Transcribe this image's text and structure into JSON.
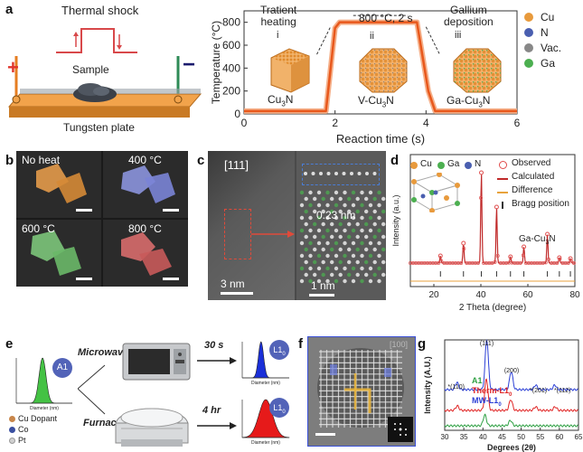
{
  "panel_labels": {
    "a": "a",
    "b": "b",
    "c": "c",
    "d": "d",
    "e": "e",
    "f": "f",
    "g": "g"
  },
  "panel_a_left": {
    "title": "Thermal shock",
    "sample": "Sample",
    "plate": "Tungsten plate",
    "plus": "+",
    "minus": "−"
  },
  "panel_a_right": {
    "stage_i": "Tratient\nheating",
    "stage_i_num": "i",
    "stage_ii_title": "800 °C, 2 s",
    "stage_ii_num": "ii",
    "stage_iii": "Gallium\ndeposition",
    "stage_iii_num": "iii",
    "cube_i_label": "Cu3N",
    "cube_ii_label": "V-Cu3N",
    "cube_iii_label": "Ga-Cu3N",
    "legend": [
      {
        "name": "Cu",
        "color": "#e89a3c"
      },
      {
        "name": "N",
        "color": "#4a5fb0"
      },
      {
        "name": "Vac.",
        "color": "#888888"
      },
      {
        "name": "Ga",
        "color": "#4caf50"
      }
    ]
  },
  "panel_b": {
    "labels": [
      "No heat",
      "400 °C",
      "600 °C",
      "800 °C"
    ]
  },
  "panel_c": {
    "zone": "[111]",
    "spacing": "0.23 nm",
    "scale_left": "3 nm",
    "scale_right": "1 nm"
  },
  "panel_d": {
    "legend_atoms": [
      {
        "name": "Cu",
        "color": "#e89a3c"
      },
      {
        "name": "Ga",
        "color": "#4caf50"
      },
      {
        "name": "N",
        "color": "#4a5fb0"
      }
    ],
    "legend_entries": [
      "Observed",
      "Calculated",
      "Difference",
      "Bragg position"
    ],
    "compound": "Ga-Cu3N"
  },
  "panel_e": {
    "path_top": "Microwave",
    "path_bottom": "Furnace",
    "time_top": "30 s",
    "time_bottom": "4 hr",
    "start_badge": "A1",
    "top_badge": "L10",
    "bottom_badge": "L10",
    "legend": [
      {
        "name": "Cu Dopant",
        "color": "#c8864a"
      },
      {
        "name": "Co",
        "color": "#3a4fa0"
      },
      {
        "name": "Pt",
        "color": "#d0d0d0"
      }
    ]
  },
  "panel_f": {
    "zone": "[100]"
  },
  "panel_g": {
    "legend": [
      {
        "name": "A1",
        "color": "#2ea043"
      },
      {
        "name": "Therm-L1",
        "sub": "0",
        "color": "#e02424"
      },
      {
        "name": "MW-L1",
        "sub": "0",
        "color": "#2b3fd6"
      }
    ],
    "peaks": [
      "*(110)",
      "(111)",
      "(200)",
      "*(201)",
      "*(112)"
    ]
  },
  "chart_data": [
    {
      "type": "line",
      "id": "temperature-profile",
      "xlabel": "Reaction time (s)",
      "ylabel": "Temperature (°C)",
      "xlim": [
        0,
        6
      ],
      "ylim": [
        0,
        900
      ],
      "xticks": [
        0,
        2,
        4,
        6
      ],
      "yticks": [
        0,
        200,
        400,
        600,
        800
      ],
      "series": [
        {
          "x": [
            0,
            1.8,
            2.0,
            2.1,
            3.8,
            4.05,
            4.2,
            6
          ],
          "y": [
            25,
            25,
            750,
            800,
            800,
            200,
            25,
            25
          ],
          "color": "#e8581c"
        }
      ]
    },
    {
      "type": "line",
      "id": "xrd-refinement",
      "xlabel": "2 Theta (degree)",
      "ylabel": "Intensity (a.u.)",
      "xlim": [
        10,
        80
      ],
      "xticks": [
        20,
        40,
        60,
        80
      ],
      "observed_peaks": [
        {
          "x": 22.8,
          "y": 0.08
        },
        {
          "x": 32.6,
          "y": 0.22
        },
        {
          "x": 40.2,
          "y": 1.0
        },
        {
          "x": 46.7,
          "y": 0.62
        },
        {
          "x": 52.6,
          "y": 0.07
        },
        {
          "x": 58.3,
          "y": 0.18
        },
        {
          "x": 68.3,
          "y": 0.32
        },
        {
          "x": 73.4,
          "y": 0.06
        },
        {
          "x": 78.1,
          "y": 0.05
        }
      ],
      "bragg_positions": [
        22.8,
        32.6,
        40.2,
        46.7,
        52.6,
        58.3,
        68.3,
        73.4,
        78.1
      ]
    },
    {
      "type": "line",
      "id": "xrd-phases",
      "xlabel": "Degrees (2θ)",
      "ylabel": "Intensity (A.U.)",
      "xlim": [
        30,
        65
      ],
      "xticks": [
        30,
        35,
        40,
        45,
        50,
        55,
        60,
        65
      ],
      "series": [
        {
          "name": "A1",
          "offset": 0.05,
          "color": "#2ea043",
          "peaks": [
            {
              "x": 40.5,
              "h": 0.12
            },
            {
              "x": 47.2,
              "h": 0.06
            }
          ]
        },
        {
          "name": "Therm-L10",
          "offset": 0.22,
          "color": "#e02424",
          "peaks": [
            {
              "x": 33.3,
              "h": 0.05
            },
            {
              "x": 40.9,
              "h": 0.35
            },
            {
              "x": 47.3,
              "h": 0.12
            },
            {
              "x": 53.8,
              "h": 0.04
            },
            {
              "x": 58.9,
              "h": 0.04
            }
          ]
        },
        {
          "name": "MW-L10",
          "offset": 0.45,
          "color": "#2b3fd6",
          "peaks": [
            {
              "x": 33.2,
              "h": 0.08
            },
            {
              "x": 41.0,
              "h": 0.55
            },
            {
              "x": 47.4,
              "h": 0.2
            },
            {
              "x": 53.8,
              "h": 0.05
            },
            {
              "x": 58.8,
              "h": 0.05
            }
          ]
        }
      ]
    },
    {
      "type": "area",
      "id": "size-distributions",
      "xlabel": "Diameter (nm)",
      "series": [
        {
          "name": "start",
          "mean": 7.5,
          "sd": 1.0,
          "color": "#44c244"
        },
        {
          "name": "microwave",
          "mean": 8.0,
          "sd": 1.1,
          "color": "#1a2fd8"
        },
        {
          "name": "furnace",
          "mean": 11.0,
          "sd": 3.2,
          "color": "#e61a1a"
        }
      ]
    }
  ]
}
